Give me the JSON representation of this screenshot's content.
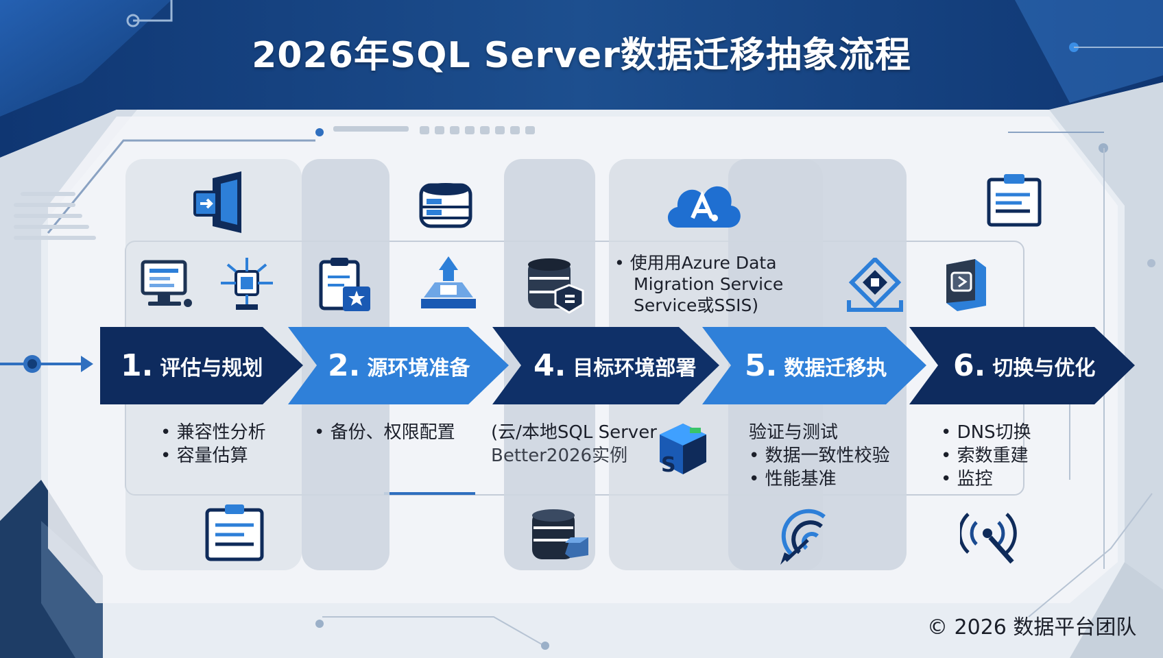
{
  "title": "2026年SQL Server数据迁移抽象流程",
  "colors": {
    "navy": "#0e2b5e",
    "blue": "#2f80d9",
    "banner": "#1d4e8c",
    "icon_dark": "#0f2b5a",
    "icon_blue": "#2d7fd8"
  },
  "steps": [
    {
      "num": "1.",
      "label": "评估与规划"
    },
    {
      "num": "2.",
      "label": "源环境准备"
    },
    {
      "num": "4.",
      "label": "目标环境部署"
    },
    {
      "num": "5.",
      "label": "数据迁移执"
    },
    {
      "num": "6.",
      "label": "切换与优化"
    }
  ],
  "notes": {
    "step1": [
      "• 兼容性分析",
      "• 容量估算"
    ],
    "step2": [
      "• 备份、权限配置"
    ],
    "step3": [
      "(云/本地SQL Server",
      "Better2026实例"
    ],
    "step3_top": [
      "• 使用用Azure Data",
      "Migration Service",
      "Service或SSIS)"
    ],
    "step4": [
      "验证与测试",
      "• 数据一致性校验",
      "• 性能基准"
    ],
    "step5": [
      "• DNS切换",
      "• 索数重建",
      "• 监控"
    ]
  },
  "icons": [
    "migrate-icon",
    "monitor-icon",
    "network-hub-icon",
    "checklist-icon",
    "database-icon",
    "clipboard-star-icon",
    "hierarchy-icon",
    "database-shield-icon",
    "azure-cloud-icon",
    "report-icon",
    "hexagon-gear-icon",
    "box-server-icon",
    "clipboard-icon",
    "database-box-icon",
    "cube-icon",
    "signal-icon",
    "broadcast-icon"
  ],
  "footer": "© 2026 数据平台团队"
}
